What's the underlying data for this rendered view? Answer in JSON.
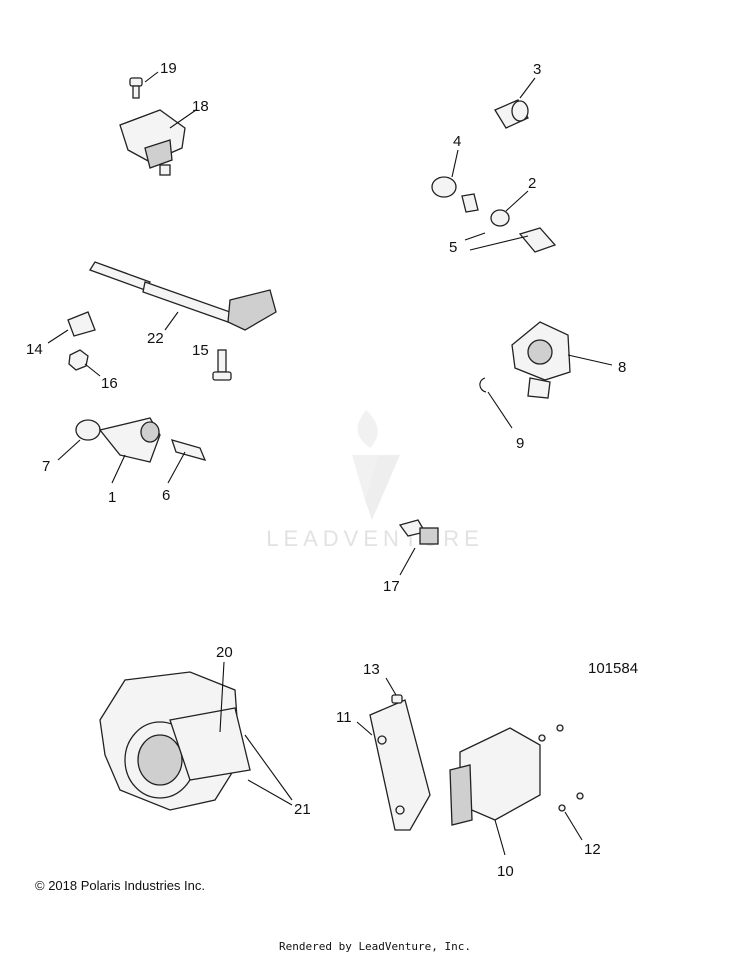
{
  "diagram": {
    "drawing_number": "101584",
    "watermark": "LEADVENTURE",
    "callouts": {
      "c1": "1",
      "c2": "2",
      "c3": "3",
      "c4": "4",
      "c5": "5",
      "c6": "6",
      "c7": "7",
      "c8": "8",
      "c9": "9",
      "c10": "10",
      "c11": "11",
      "c12": "12",
      "c13": "13",
      "c14": "14",
      "c15": "15",
      "c16": "16",
      "c17": "17",
      "c18": "18",
      "c19": "19",
      "c20": "20",
      "c21": "21",
      "c22": "22"
    }
  },
  "footer": {
    "copyright": "© 2018 Polaris Industries Inc.",
    "rendered_by": "Rendered by LeadVenture, Inc."
  }
}
